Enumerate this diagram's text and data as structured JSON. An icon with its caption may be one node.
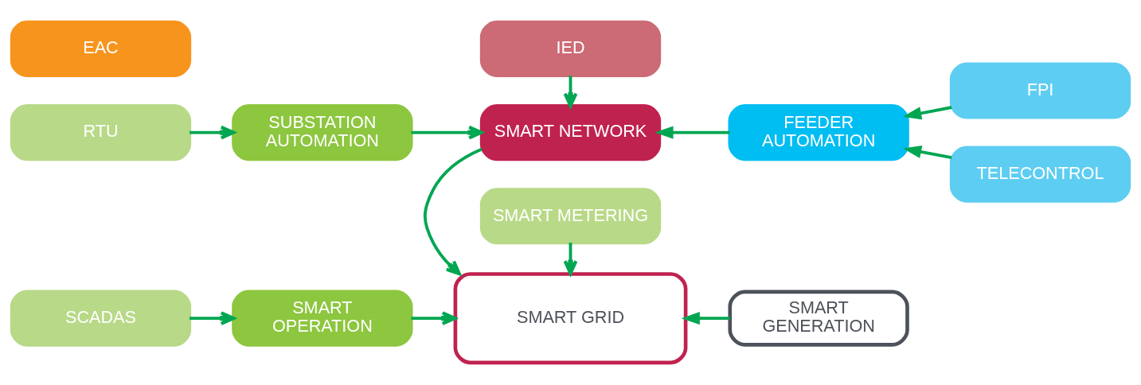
{
  "diagram": {
    "nodes": [
      {
        "text": [
          "IED"
        ]
      },
      {
        "text": [
          "RTU"
        ]
      },
      {
        "text": [
          "SUBSTATION AUTOMATION"
        ]
      },
      {
        "text": [
          "SMART NETWORK"
        ]
      },
      {
        "text": [
          "FEEDER AUTOMATION"
        ]
      },
      {
        "text": [
          "FPI"
        ]
      },
      {
        "text": [
          "TELECONTROL"
        ]
      },
      {
        "text": [
          "EAC"
        ]
      },
      {
        "text": [
          "SCADAS"
        ]
      },
      {
        "text": [
          "SMART OPERATION"
        ]
      },
      {
        "text": [
          "SMART GRID"
        ]
      },
      {
        "text": [
          "SMART GENERATION"
        ]
      },
      {
        "text": [
          "SMART METERING"
        ]
      }
    ],
    "edges": [
      {
        "from": 0,
        "to": 3,
        "arrow": "to"
      },
      {
        "from": 1,
        "to": 2,
        "arrow": "to"
      },
      {
        "from": 2,
        "to": 3,
        "arrow": "to"
      },
      {
        "from": 4,
        "to": 3,
        "arrow": "to"
      },
      {
        "from": 5,
        "to": 4,
        "arrow": "to"
      },
      {
        "from": 6,
        "to": 4,
        "arrow": "to"
      },
      {
        "from": 3,
        "to": 10,
        "arrow": "to"
      },
      {
        "from": 8,
        "to": 9,
        "arrow": "to"
      },
      {
        "from": 9,
        "to": 10,
        "arrow": "to"
      },
      {
        "from": 11,
        "to": 10,
        "arrow": "to"
      },
      {
        "from": 12,
        "to": 10,
        "arrow": "to"
      }
    ]
  }
}
